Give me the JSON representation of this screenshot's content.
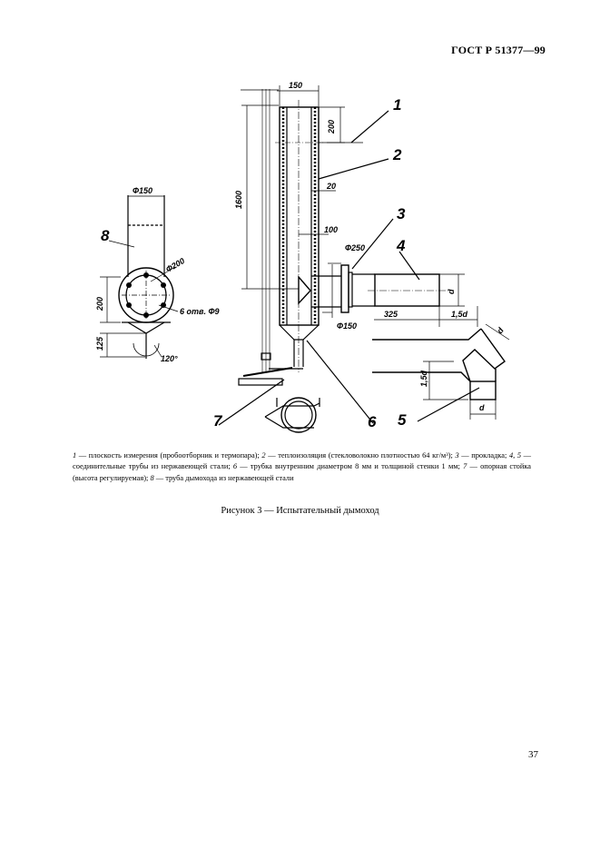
{
  "header": {
    "doc_code": "ГОСТ Р 51377—99"
  },
  "drawing": {
    "dims": {
      "w150": "150",
      "h200": "200",
      "h1600": "1600",
      "w20": "20",
      "w100": "100",
      "d250": "Ф250",
      "d150b": "Ф150",
      "w325": "325",
      "w15d": "1,5d",
      "d1": "d",
      "d2": "d",
      "d3": "d",
      "h15d": "1,5d",
      "phi150": "Ф150",
      "phi200": "Ф200",
      "holes": "6 отв. Ф9",
      "h200s": "200",
      "h125": "125",
      "a120": "120°"
    },
    "labels": {
      "n1": "1",
      "n2": "2",
      "n3": "3",
      "n4": "4",
      "n5": "5",
      "n6": "6",
      "n7": "7",
      "n8": "8"
    }
  },
  "legend": {
    "i1": "1",
    "t1": " — плоскость измерения (пробоотборник и термопара);  ",
    "i2": "2",
    "t2": " — теплоизоляция  (стекловолокно плотностью  64 кг/м³);",
    "i3": "3",
    "t3": " — прокладка; ",
    "i45": "4, 5",
    "t45": " — соединительные трубы из нержавеющей стали; ",
    "i6": "6",
    "t6": " — трубка внутренним диаметром 8 мм и толщиной стенки 1 мм; ",
    "i7": "7",
    "t7": " — опорная стойка (высота регулируемая); ",
    "i8": "8",
    "t8": " — труба дымохода из нержавеющей стали"
  },
  "figure_title": "Рисунок 3 — Испытательный дымоход",
  "page_number": "37"
}
